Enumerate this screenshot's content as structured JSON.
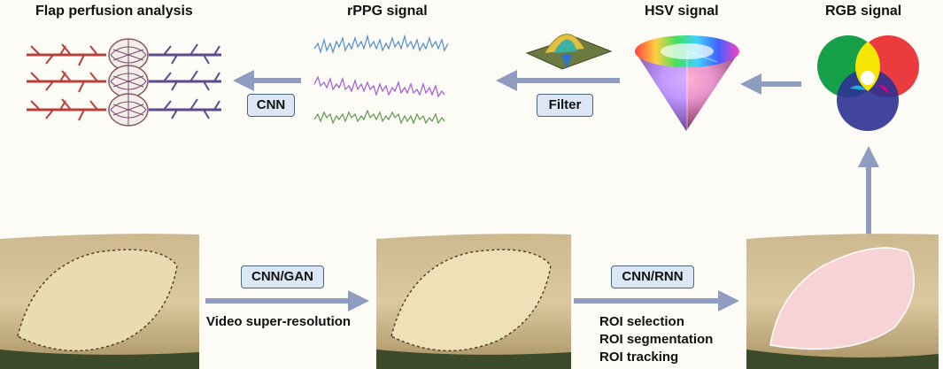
{
  "titles": {
    "flap": "Flap perfusion analysis",
    "rppg": "rPPG signal",
    "hsv": "HSV signal",
    "rgb": "RGB signal"
  },
  "boxes": {
    "cnn_top": "CNN",
    "filter": "Filter",
    "cnn_gan": "CNN/GAN",
    "cnn_rnn": "CNN/RNN"
  },
  "captions": {
    "video_sr": "Video super-resolution",
    "roi_selection": "ROI selection",
    "roi_segmentation": "ROI segmentation",
    "roi_tracking": "ROI tracking"
  },
  "colors": {
    "arrow": "#8e9cc0",
    "artery": "#b5403c",
    "vein": "#5b4a8c",
    "signal_blue": "#4f8fd1",
    "signal_purple": "#a05ad8",
    "signal_green": "#5e9a4c",
    "skin": "#d8c49a",
    "roi": "#f7d3d6"
  }
}
